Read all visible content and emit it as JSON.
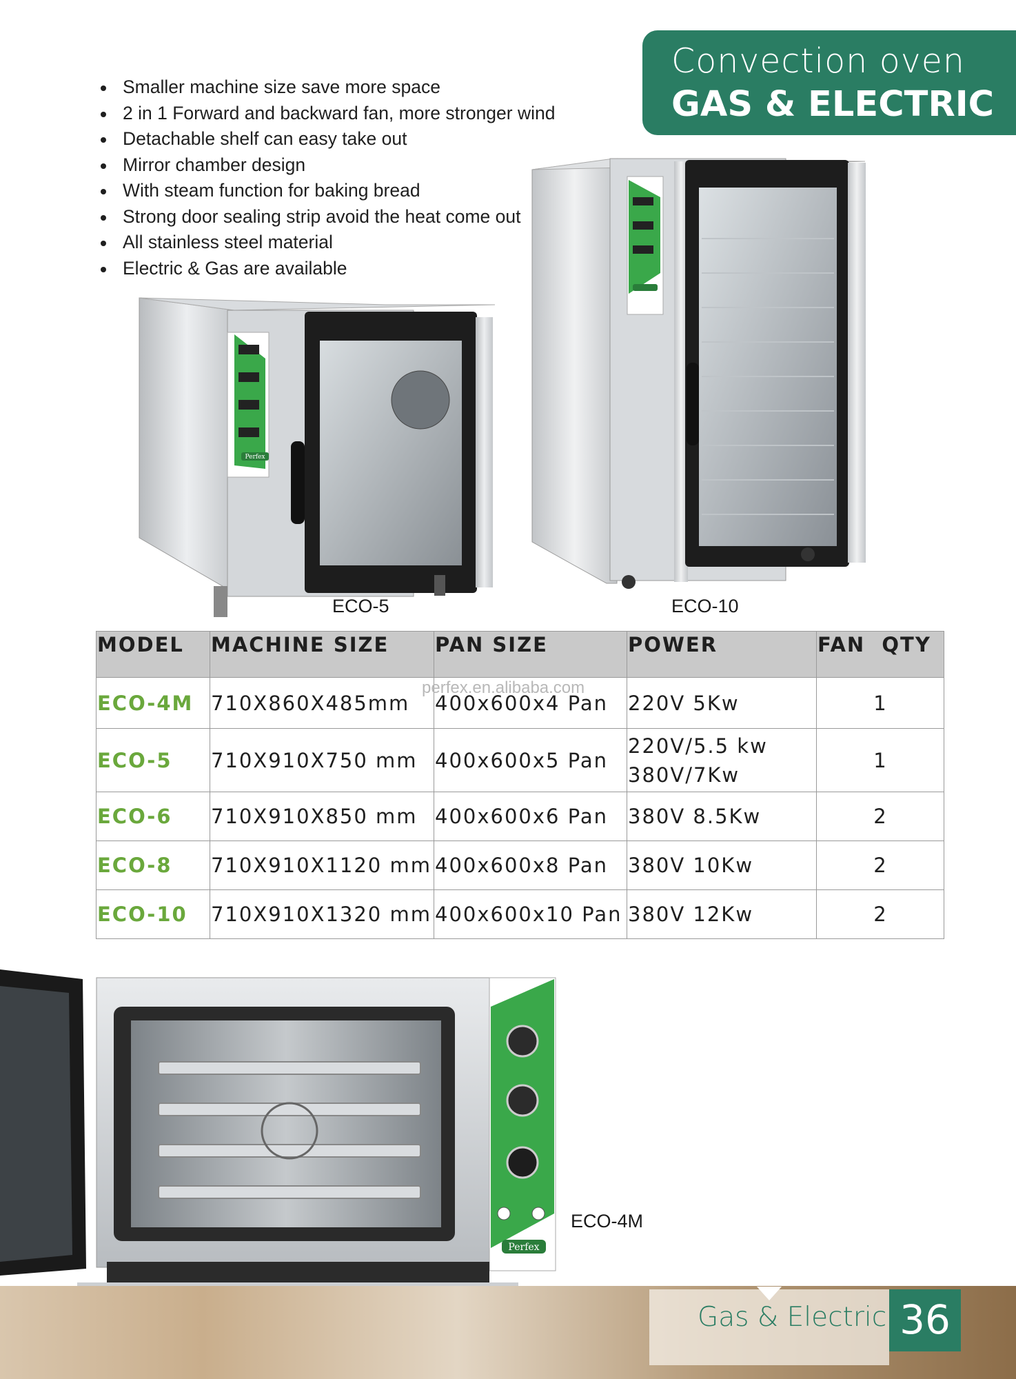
{
  "header": {
    "title_line1": "Convection oven",
    "title_line2": "GAS & ELECTRIC"
  },
  "features": [
    "Smaller machine size save more space",
    "2 in 1 Forward and backward fan, more stronger wind",
    "Detachable shelf can easy take out",
    "Mirror chamber design",
    "With steam function for baking bread",
    "Strong door sealing strip avoid the heat come out",
    "All stainless steel material",
    "Electric & Gas are available"
  ],
  "images": {
    "eco5_caption": "ECO-5",
    "eco10_caption": "ECO-10",
    "eco4m_caption": "ECO-4M",
    "panel_brand": "Perfex"
  },
  "table": {
    "headers": [
      "MODEL",
      "MACHINE SIZE",
      "PAN SIZE",
      "POWER",
      "FAN  QTY"
    ],
    "rows": [
      {
        "model": "ECO-4M",
        "size": "710X860X485mm",
        "pan": "400x600x4 Pan",
        "power1": "220V 5Kw",
        "power2": "",
        "qty": "1"
      },
      {
        "model": "ECO-5",
        "size": "710X910X750 mm",
        "pan": "400x600x5 Pan",
        "power1": "220V/5.5 kw",
        "power2": "380V/7Kw",
        "qty": "1"
      },
      {
        "model": "ECO-6",
        "size": "710X910X850 mm",
        "pan": "400x600x6 Pan",
        "power1": "380V 8.5Kw",
        "power2": "",
        "qty": "2"
      },
      {
        "model": "ECO-8",
        "size": "710X910X1120 mm",
        "pan": "400x600x8 Pan",
        "power1": "380V 10Kw",
        "power2": "",
        "qty": "2"
      },
      {
        "model": "ECO-10",
        "size": "710X910X1320 mm",
        "pan": "400x600x10 Pan",
        "power1": "380V 12Kw",
        "power2": "",
        "qty": "2"
      }
    ]
  },
  "watermark": "perfex.en.alibaba.com",
  "footer": {
    "label": "Gas & Electric",
    "page_number": "36"
  },
  "colors": {
    "brand_green": "#2a7d63",
    "model_green": "#6aa83c",
    "header_gray": "#c9c9c9"
  }
}
